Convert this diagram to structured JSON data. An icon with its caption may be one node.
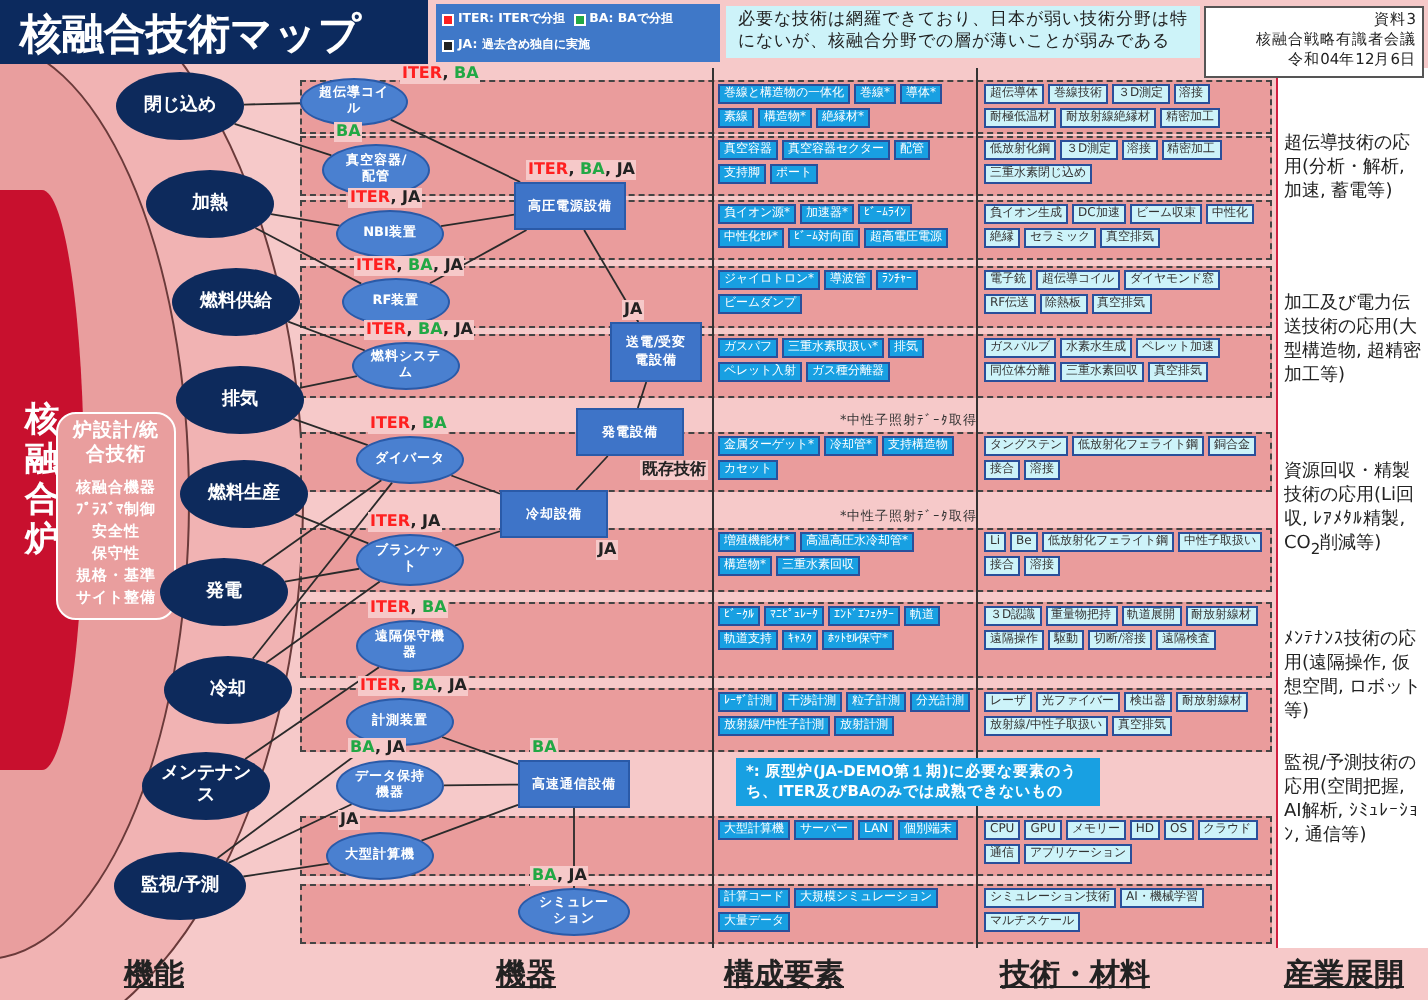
{
  "diagram": {
    "title": "核融合技術マップ",
    "nodes": [
      {
        "text": [
          "核融合炉"
        ]
      },
      {
        "text": [
          "炉設計/統合技術",
          "核融合機器",
          "ﾌﾟﾗｽﾞﾏ制御",
          "安全性",
          "保守性",
          "規格・基準",
          "サイト整備"
        ]
      },
      {
        "text": [
          "閉じ込め"
        ]
      },
      {
        "text": [
          "加熱"
        ]
      },
      {
        "text": [
          "燃料供給"
        ]
      },
      {
        "text": [
          "排気"
        ]
      },
      {
        "text": [
          "燃料生産"
        ]
      },
      {
        "text": [
          "発電"
        ]
      },
      {
        "text": [
          "冷却"
        ]
      },
      {
        "text": [
          "メンテナンス"
        ]
      },
      {
        "text": [
          "監視/予測"
        ]
      },
      {
        "text": [
          "超伝導コイル"
        ],
        "beside": [
          "ITER, BA"
        ]
      },
      {
        "text": [
          "真空容器/配管"
        ],
        "beside": [
          "BA"
        ]
      },
      {
        "text": [
          "NBI装置"
        ],
        "beside": [
          "ITER, JA"
        ]
      },
      {
        "text": [
          "RF装置"
        ],
        "beside": [
          "ITER, BA, JA"
        ]
      },
      {
        "text": [
          "燃料システム"
        ],
        "beside": [
          "ITER, BA, JA"
        ]
      },
      {
        "text": [
          "ダイバータ"
        ],
        "beside": [
          "ITER, BA"
        ]
      },
      {
        "text": [
          "ブランケット"
        ],
        "beside": [
          "ITER, JA"
        ]
      },
      {
        "text": [
          "遠隔保守機器"
        ],
        "beside": [
          "ITER, BA"
        ]
      },
      {
        "text": [
          "計測装置"
        ],
        "beside": [
          "ITER, BA, JA"
        ]
      },
      {
        "text": [
          "データ保持機器"
        ],
        "beside": [
          "BA, JA"
        ]
      },
      {
        "text": [
          "大型計算機"
        ],
        "beside": [
          "JA"
        ]
      },
      {
        "text": [
          "シミュレーション"
        ],
        "beside": [
          "BA, JA"
        ]
      },
      {
        "text": [
          "高圧電源設備"
        ],
        "beside": [
          "ITER, BA, JA"
        ]
      },
      {
        "text": [
          "送電/受変電設備"
        ],
        "beside": [
          "JA"
        ]
      },
      {
        "text": [
          "発電設備"
        ],
        "beside": [
          "既存技術"
        ]
      },
      {
        "text": [
          "冷却設備"
        ],
        "beside": [
          "JA"
        ]
      },
      {
        "text": [
          "高速通信設備"
        ],
        "beside": [
          "BA"
        ]
      },
      {
        "text": [
          "巻線と構造物の一体化"
        ]
      },
      {
        "text": [
          "巻線*"
        ]
      },
      {
        "text": [
          "導体*"
        ]
      },
      {
        "text": [
          "素線"
        ]
      },
      {
        "text": [
          "構造物*"
        ]
      },
      {
        "text": [
          "絶縁材*"
        ]
      },
      {
        "text": [
          "超伝導体"
        ]
      },
      {
        "text": [
          "巻線技術"
        ]
      },
      {
        "text": [
          "３D測定"
        ]
      },
      {
        "text": [
          "溶接"
        ]
      },
      {
        "text": [
          "耐極低温材"
        ]
      },
      {
        "text": [
          "耐放射線絶縁材"
        ]
      },
      {
        "text": [
          "精密加工"
        ]
      },
      {
        "text": [
          "真空容器"
        ]
      },
      {
        "text": [
          "真空容器セクター"
        ]
      },
      {
        "text": [
          "配管"
        ]
      },
      {
        "text": [
          "支持脚"
        ]
      },
      {
        "text": [
          "ポート"
        ]
      },
      {
        "text": [
          "低放射化鋼"
        ]
      },
      {
        "text": [
          "３D測定"
        ]
      },
      {
        "text": [
          "溶接"
        ]
      },
      {
        "text": [
          "精密加工"
        ]
      },
      {
        "text": [
          "三重水素閉じ込め"
        ]
      },
      {
        "text": [
          "負イオン源*"
        ]
      },
      {
        "text": [
          "加速器*"
        ]
      },
      {
        "text": [
          "ﾋﾞｰﾑﾗｲﾝ"
        ]
      },
      {
        "text": [
          "中性化ｾﾙ*"
        ]
      },
      {
        "text": [
          "ﾋﾞｰﾑ対向面"
        ]
      },
      {
        "text": [
          "超高電圧電源"
        ]
      },
      {
        "text": [
          "負イオン生成"
        ]
      },
      {
        "text": [
          "DC加速"
        ]
      },
      {
        "text": [
          "ビーム収束"
        ]
      },
      {
        "text": [
          "中性化"
        ]
      },
      {
        "text": [
          "絶縁"
        ]
      },
      {
        "text": [
          "セラミック"
        ]
      },
      {
        "text": [
          "真空排気"
        ]
      },
      {
        "text": [
          "ジャイロトロン*"
        ]
      },
      {
        "text": [
          "導波管"
        ]
      },
      {
        "text": [
          "ﾗﾝﾁｬｰ"
        ]
      },
      {
        "text": [
          "ビームダンプ"
        ]
      },
      {
        "text": [
          "電子銃"
        ]
      },
      {
        "text": [
          "超伝導コイル"
        ]
      },
      {
        "text": [
          "ダイヤモンド窓"
        ]
      },
      {
        "text": [
          "RF伝送"
        ]
      },
      {
        "text": [
          "除熱板"
        ]
      },
      {
        "text": [
          "真空排気"
        ]
      },
      {
        "text": [
          "ガスパフ"
        ]
      },
      {
        "text": [
          "三重水素取扱い*"
        ]
      },
      {
        "text": [
          "排気"
        ]
      },
      {
        "text": [
          "ペレット入射"
        ]
      },
      {
        "text": [
          "ガス種分離器"
        ]
      },
      {
        "text": [
          "ガスバルブ"
        ]
      },
      {
        "text": [
          "水素水生成"
        ]
      },
      {
        "text": [
          "ペレット加速"
        ]
      },
      {
        "text": [
          "同位体分離"
        ]
      },
      {
        "text": [
          "三重水素回収"
        ]
      },
      {
        "text": [
          "真空排気"
        ]
      },
      {
        "text": [
          "金属ターゲット*"
        ]
      },
      {
        "text": [
          "冷却管*"
        ]
      },
      {
        "text": [
          "支持構造物"
        ]
      },
      {
        "text": [
          "カセット"
        ]
      },
      {
        "text": [
          "タングステン"
        ]
      },
      {
        "text": [
          "低放射化フェライト鋼"
        ]
      },
      {
        "text": [
          "銅合金"
        ]
      },
      {
        "text": [
          "接合"
        ]
      },
      {
        "text": [
          "溶接"
        ]
      },
      {
        "text": [
          "増殖機能材*"
        ]
      },
      {
        "text": [
          "高温高圧水冷却管*"
        ]
      },
      {
        "text": [
          "構造物*"
        ]
      },
      {
        "text": [
          "三重水素回収"
        ]
      },
      {
        "text": [
          "Li"
        ]
      },
      {
        "text": [
          "Be"
        ]
      },
      {
        "text": [
          "低放射化フェライト鋼"
        ]
      },
      {
        "text": [
          "中性子取扱い"
        ]
      },
      {
        "text": [
          "接合"
        ]
      },
      {
        "text": [
          "溶接"
        ]
      },
      {
        "text": [
          "ﾋﾞｰｸﾙ"
        ]
      },
      {
        "text": [
          "ﾏﾆﾋﾟｭﾚｰﾀ"
        ]
      },
      {
        "text": [
          "ｴﾝﾄﾞｴﾌｪｸﾀｰ"
        ]
      },
      {
        "text": [
          "軌道"
        ]
      },
      {
        "text": [
          "軌道支持"
        ]
      },
      {
        "text": [
          "ｷｬｽｸ"
        ]
      },
      {
        "text": [
          "ﾎｯﾄｾﾙ保守*"
        ]
      },
      {
        "text": [
          "３D認識"
        ]
      },
      {
        "text": [
          "重量物把持"
        ]
      },
      {
        "text": [
          "軌道展開"
        ]
      },
      {
        "text": [
          "耐放射線材"
        ]
      },
      {
        "text": [
          "遠隔操作"
        ]
      },
      {
        "text": [
          "駆動"
        ]
      },
      {
        "text": [
          "切断/溶接"
        ]
      },
      {
        "text": [
          "遠隔検査"
        ]
      },
      {
        "text": [
          "ﾚｰｻﾞ計測"
        ]
      },
      {
        "text": [
          "干渉計測"
        ]
      },
      {
        "text": [
          "粒子計測"
        ]
      },
      {
        "text": [
          "分光計測"
        ]
      },
      {
        "text": [
          "放射線/中性子計測"
        ]
      },
      {
        "text": [
          "放射計測"
        ]
      },
      {
        "text": [
          "レーザ"
        ]
      },
      {
        "text": [
          "光ファイバー"
        ]
      },
      {
        "text": [
          "検出器"
        ]
      },
      {
        "text": [
          "耐放射線材"
        ]
      },
      {
        "text": [
          "放射線/中性子取扱い"
        ]
      },
      {
        "text": [
          "真空排気"
        ]
      },
      {
        "text": [
          "大型計算機"
        ]
      },
      {
        "text": [
          "サーバー"
        ]
      },
      {
        "text": [
          "LAN"
        ]
      },
      {
        "text": [
          "個別端末"
        ]
      },
      {
        "text": [
          "CPU"
        ]
      },
      {
        "text": [
          "GPU"
        ]
      },
      {
        "text": [
          "メモリー"
        ]
      },
      {
        "text": [
          "HD"
        ]
      },
      {
        "text": [
          "OS"
        ]
      },
      {
        "text": [
          "クラウド"
        ]
      },
      {
        "text": [
          "通信"
        ]
      },
      {
        "text": [
          "アプリケーション"
        ]
      },
      {
        "text": [
          "計算コード"
        ]
      },
      {
        "text": [
          "大規模シミュレーション"
        ]
      },
      {
        "text": [
          "大量データ"
        ]
      },
      {
        "text": [
          "シミュレーション技術"
        ]
      },
      {
        "text": [
          "AI・機械学習"
        ]
      },
      {
        "text": [
          "マルチスケール"
        ]
      }
    ],
    "edges": [
      {
        "from": 2,
        "to": 11,
        "arrow": "none"
      },
      {
        "from": 2,
        "to": 12,
        "arrow": "none"
      },
      {
        "from": 3,
        "to": 13,
        "arrow": "none"
      },
      {
        "from": 3,
        "to": 14,
        "arrow": "none"
      },
      {
        "from": 4,
        "to": 15,
        "arrow": "none"
      },
      {
        "from": 5,
        "to": 15,
        "arrow": "none"
      },
      {
        "from": 5,
        "to": 16,
        "arrow": "none"
      },
      {
        "from": 6,
        "to": 17,
        "arrow": "none"
      },
      {
        "from": 7,
        "to": 16,
        "arrow": "none"
      },
      {
        "from": 7,
        "to": 17,
        "arrow": "none"
      },
      {
        "from": 8,
        "to": 16,
        "arrow": "none"
      },
      {
        "from": 8,
        "to": 17,
        "arrow": "none"
      },
      {
        "from": 9,
        "to": 18,
        "arrow": "none"
      },
      {
        "from": 10,
        "to": 19,
        "arrow": "none"
      },
      {
        "from": 10,
        "to": 20,
        "arrow": "none"
      },
      {
        "from": 10,
        "to": 21,
        "arrow": "none"
      },
      {
        "from": 11,
        "to": 23,
        "arrow": "none"
      },
      {
        "from": 13,
        "to": 23,
        "arrow": "none"
      },
      {
        "from": 14,
        "to": 23,
        "arrow": "none"
      },
      {
        "from": 23,
        "to": 24,
        "arrow": "none"
      },
      {
        "from": 24,
        "to": 25,
        "arrow": "none"
      },
      {
        "from": 25,
        "to": 26,
        "arrow": "none"
      },
      {
        "from": 16,
        "to": 26,
        "arrow": "none"
      },
      {
        "from": 17,
        "to": 26,
        "arrow": "none"
      },
      {
        "from": 19,
        "to": 27,
        "arrow": "none"
      },
      {
        "from": 20,
        "to": 27,
        "arrow": "none"
      },
      {
        "from": 21,
        "to": 27,
        "arrow": "none"
      },
      {
        "from": 27,
        "to": 22,
        "arrow": "none"
      }
    ],
    "labels": [
      "必要な技術は網羅できており、日本が弱い技術分野は特にないが、核融合分野での層が薄いことが弱みである",
      "資料3",
      "核融合戦略有識者会議",
      "令和04年12月6日",
      "超伝導技術の応用(分析・解析, 加速, 蓄電等)",
      "加工及び電力伝送技術の応用(大型構造物, 超精密加工等)",
      "*中性子照射ﾃﾞｰﾀ取得",
      "資源回収・精製技術の応用(Li回収, ﾚｱﾒﾀﾙ精製, CO$_{2}$削減等)",
      "*中性子照射ﾃﾞｰﾀ取得",
      "ﾒﾝﾃﾅﾝｽ技術の応用(遠隔操作, 仮想空間, ロボット等)",
      "*: 原型炉(JA-DEMO第１期)に必要な要素のうち、ITER及びBAのみでは成熟できないもの",
      "監視/予測技術の応用(空間把握, AI解析, ｼﾐｭﾚｰｼｮﾝ, 通信等)",
      "機能",
      "機器",
      "構成要素",
      "技術・材料",
      "産業展開"
    ],
    "legend": [
      {
        "text": "ITER: ITERで分担",
        "color": "#ff2020"
      },
      {
        "text": "BA: BAで分担",
        "color": "#22a845"
      },
      {
        "text": "JA: 過去含め独自に実施",
        "color": "#222222"
      }
    ]
  }
}
